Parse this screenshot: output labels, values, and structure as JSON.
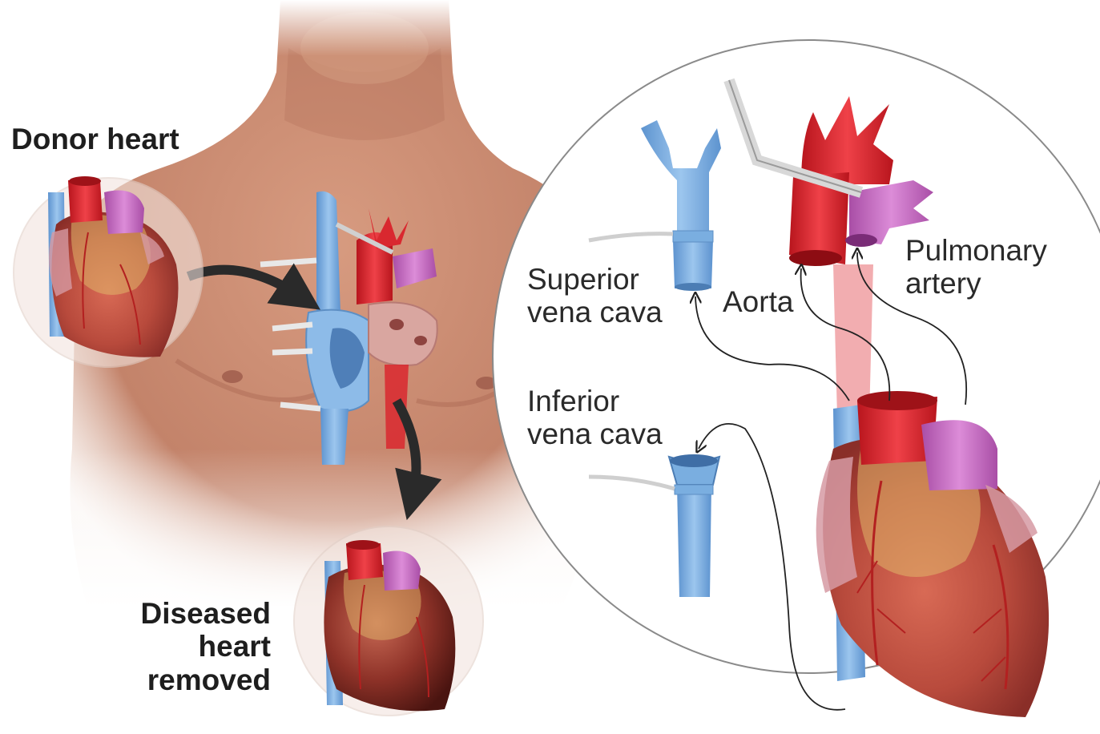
{
  "labels": {
    "donor_heart": "Donor heart",
    "diseased_heart_removed": "Diseased\nheart\nremoved",
    "superior_vena_cava": "Superior\nvena cava",
    "aorta": "Aorta",
    "pulmonary_artery": "Pulmonary\nartery",
    "inferior_vena_cava": "Inferior\nvena cava"
  },
  "colors": {
    "skin": "#c98a70",
    "aorta_red": "#d9282f",
    "pulmonary_pink": "#c86cc4",
    "vein_blue": "#7aaee0",
    "heart_muscle": "#b84a3c",
    "fat_yellow": "#e0b66a",
    "arrow_dark": "#2a2a2a"
  }
}
